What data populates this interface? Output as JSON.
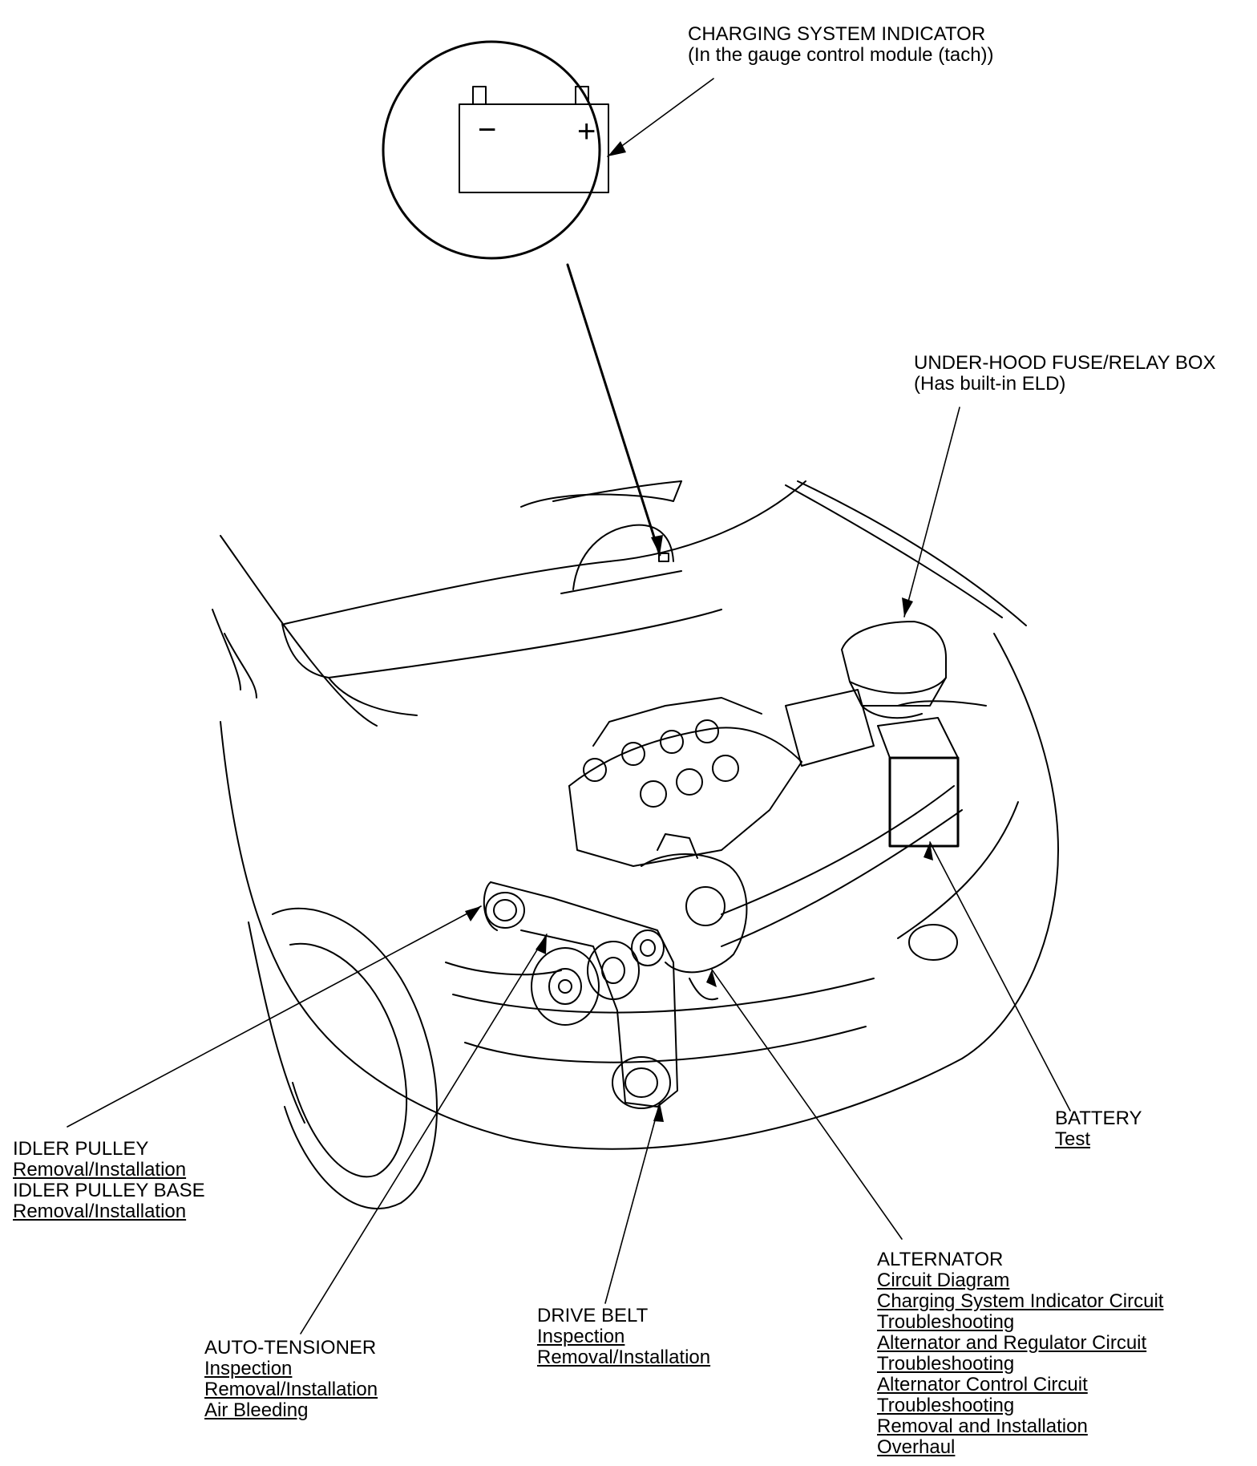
{
  "callouts": {
    "charging_indicator": {
      "title": "CHARGING SYSTEM INDICATOR",
      "subtitle": "(In the gauge control module (tach))"
    },
    "fuse_box": {
      "title": "UNDER-HOOD FUSE/RELAY BOX",
      "subtitle": "(Has built-in ELD)"
    },
    "idler_pulley": {
      "title": "IDLER PULLEY",
      "link1": "Removal/Installation",
      "title2": "IDLER PULLEY BASE",
      "link2": "Removal/Installation"
    },
    "battery": {
      "title": "BATTERY",
      "links": [
        "Test"
      ]
    },
    "alternator": {
      "title": "ALTERNATOR",
      "links": [
        "Circuit Diagram",
        "Charging System Indicator Circuit",
        "Troubleshooting",
        "Alternator and Regulator Circuit",
        "Troubleshooting",
        "Alternator Control Circuit",
        "Troubleshooting",
        "Removal and Installation",
        "Overhaul"
      ]
    },
    "drive_belt": {
      "title": "DRIVE BELT",
      "links": [
        "Inspection",
        "Removal/Installation"
      ]
    },
    "auto_tensioner": {
      "title": "AUTO-TENSIONER",
      "links": [
        "Inspection",
        "Removal/Installation",
        "Air Bleeding"
      ]
    }
  },
  "battery_icon": {
    "minus": "−",
    "plus": "+"
  }
}
